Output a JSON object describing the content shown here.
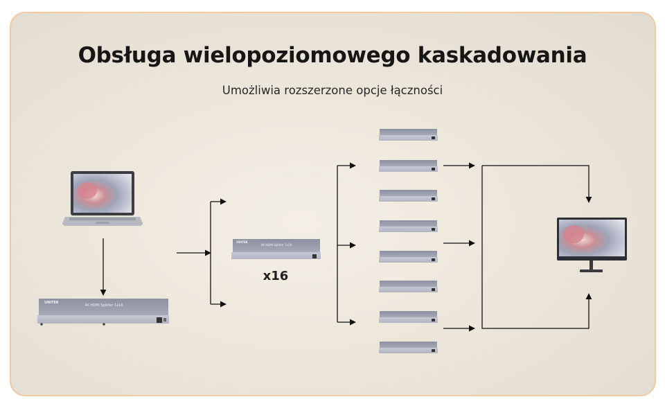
{
  "title": "Obsługa wielopoziomowego kaskadowania",
  "subtitle": "Umożliwia rozszerzone opcje łączności",
  "multiplier_label": "x16",
  "devices": {
    "source": {
      "icon": "laptop-icon"
    },
    "splitter_main": {
      "icon": "hdmi-splitter-icon",
      "brand": "UNITEK",
      "model": "4K HDMI Splitter 1x16"
    },
    "splitter_mid": {
      "icon": "hdmi-splitter-icon",
      "brand": "UNITEK",
      "model": "4K HDMI Splitter 1x16"
    },
    "splitter_small": {
      "icon": "hdmi-splitter-icon",
      "count_shown": 8
    },
    "display": {
      "icon": "monitor-icon"
    }
  },
  "colors": {
    "card_border": "#f1c9a3",
    "background": "#ebe4d8",
    "device_body": "#b9bcc8",
    "arrow": "#111111"
  }
}
